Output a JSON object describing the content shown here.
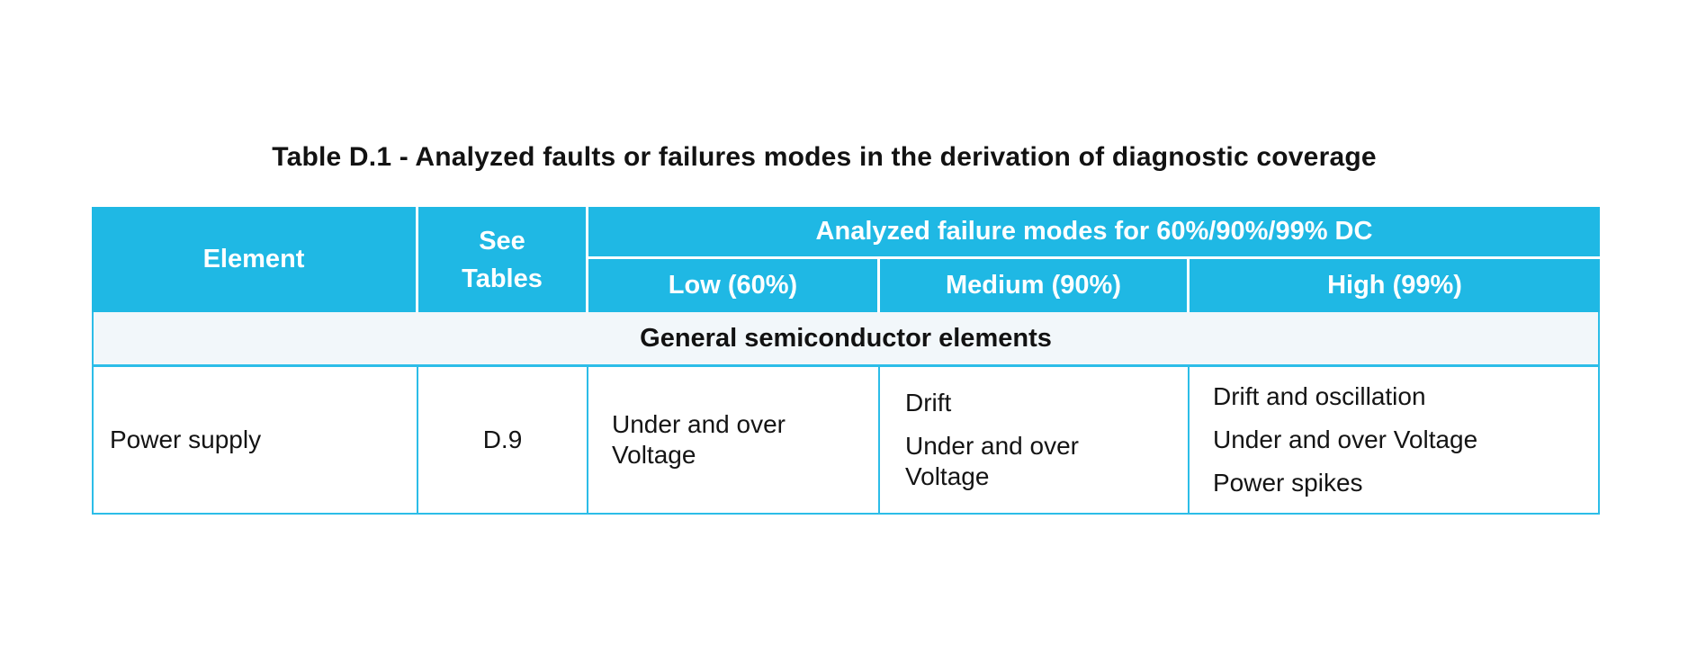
{
  "colors": {
    "accent": "#1fb8e4",
    "grid": "#2cbde8",
    "band_bg": "#f2f7fa",
    "header_text": "#ffffff",
    "body_text": "#141414"
  },
  "title": "Table D.1 - Analyzed faults or failures modes in the derivation of diagnostic coverage",
  "table": {
    "header": {
      "element": "Element",
      "see_tables_line1": "See",
      "see_tables_line2": "Tables",
      "analyzed_group": "Analyzed failure modes for 60%/90%/99% DC",
      "low": "Low (60%)",
      "medium": "Medium (90%)",
      "high": "High (99%)"
    },
    "section_band": "General semiconductor elements",
    "rows": [
      {
        "element": "Power supply",
        "see_tables": "D.9",
        "low_modes": [
          "Under and over Voltage"
        ],
        "medium_modes": [
          "Drift",
          "Under and over Voltage"
        ],
        "high_modes": [
          "Drift and oscillation",
          "Under and over Voltage",
          "Power spikes"
        ]
      }
    ]
  }
}
